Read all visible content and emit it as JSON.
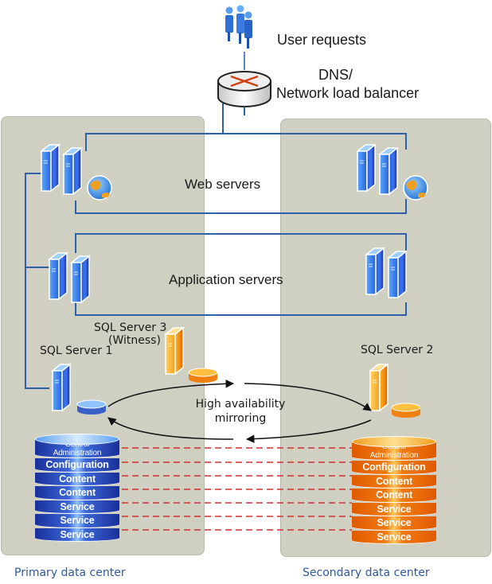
{
  "top": {
    "users_label": "User requests",
    "lb_label_line1": "DNS/",
    "lb_label_line2": "Network load balancer"
  },
  "tiers": {
    "web_label": "Web servers",
    "app_label": "Application servers"
  },
  "sql": {
    "server1": "SQL Server 1",
    "server2": "SQL Server 2",
    "server3_line1": "SQL Server 3",
    "server3_line2": "(Witness)",
    "mirroring_line1": "High availability",
    "mirroring_line2": "mirroring"
  },
  "databases": {
    "layers": [
      {
        "line1": "Central",
        "line2": "Administration"
      },
      {
        "line1": "Configuration"
      },
      {
        "line1": "Content"
      },
      {
        "line1": "Content"
      },
      {
        "line1": "Service"
      },
      {
        "line1": "Service"
      },
      {
        "line1": "Service"
      }
    ]
  },
  "datacenters": {
    "primary": "Primary data center",
    "secondary": "Secondary data center"
  },
  "colors": {
    "panel": "#cfcfc2",
    "connector": "#2f5fa8",
    "mirror_dash": "#d03030",
    "caption": "#2e5a9a",
    "primary_db": "#2a48c0",
    "secondary_db": "#f07010"
  }
}
